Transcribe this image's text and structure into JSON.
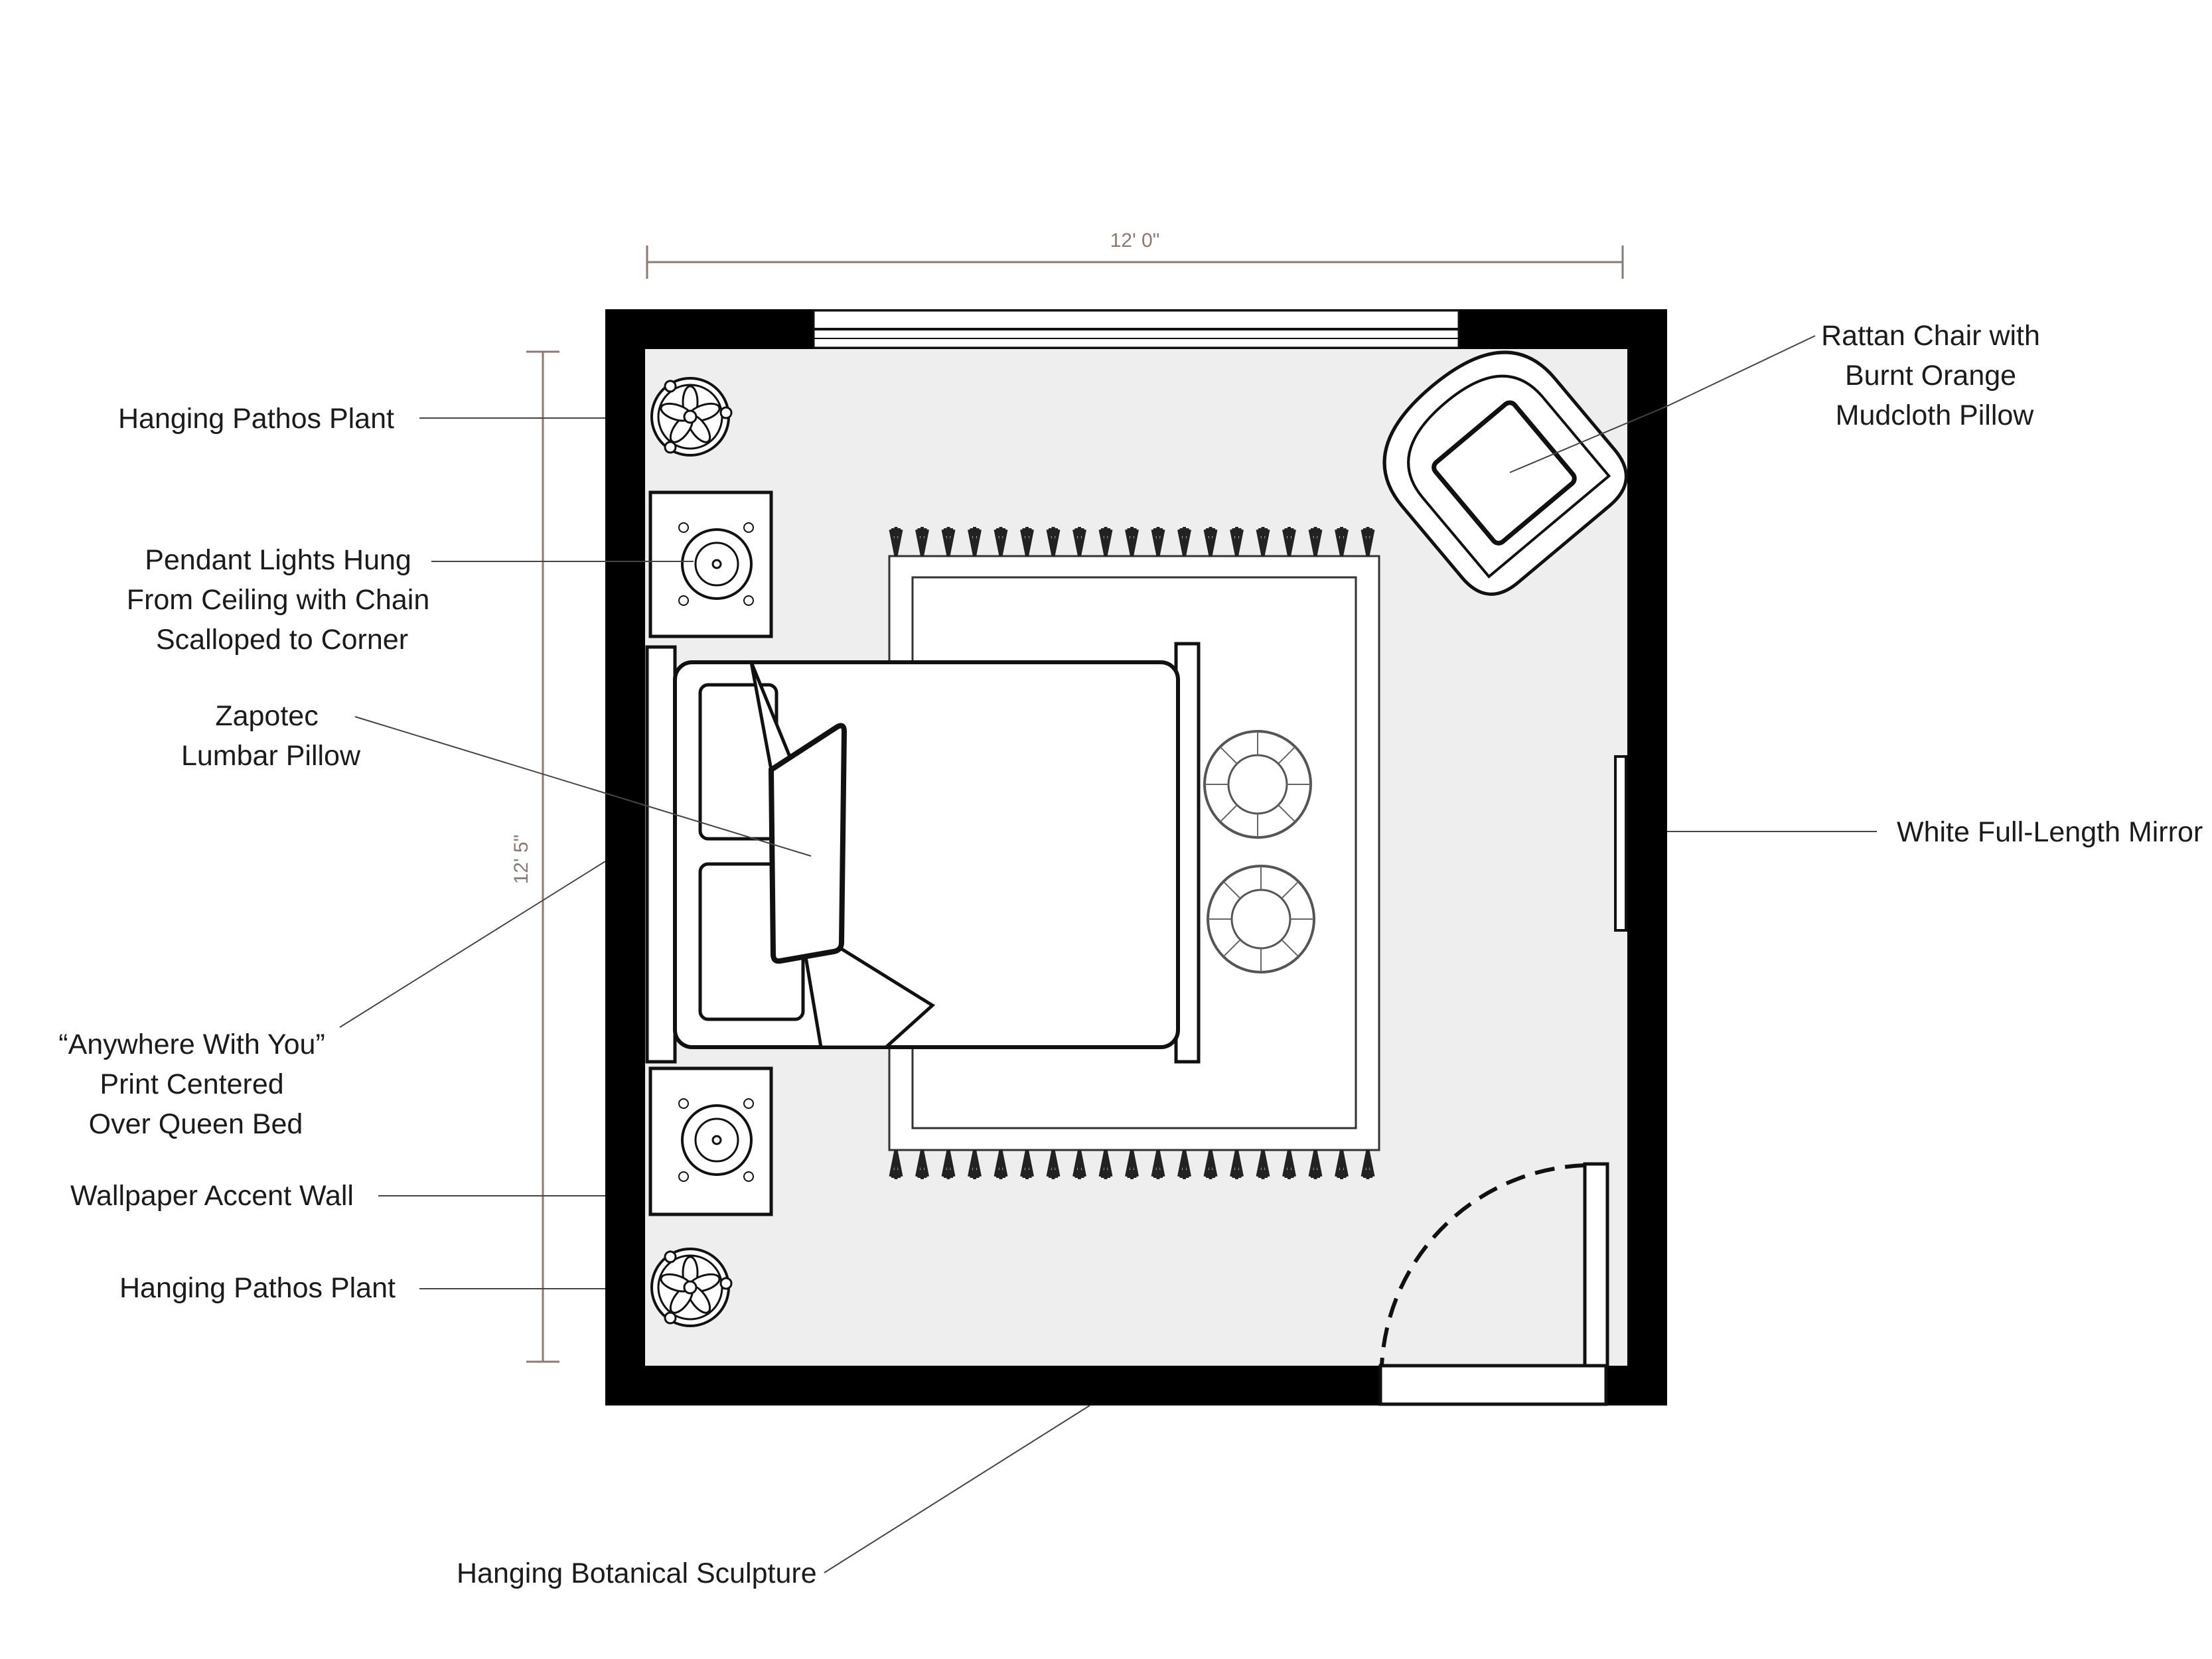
{
  "colors": {
    "wall": "#000000",
    "floor": "#eeeeee",
    "dimension": "#8a7a72",
    "text": "#1b1b1b"
  },
  "dimensions": {
    "width": "12' 0\"",
    "height": "12' 5\""
  },
  "labels": {
    "pathos_plant_top": "Hanging Pathos Plant",
    "pendant_lights": [
      "Pendant Lights Hung",
      "From Ceiling with Chain",
      "Scalloped to Corner"
    ],
    "lumbar_pillow": [
      "Zapotec",
      "Lumbar Pillow"
    ],
    "print": [
      "“Anywhere With You”",
      "Print Centered",
      "Over Queen Bed"
    ],
    "accent_wall": "Wallpaper Accent Wall",
    "pathos_plant_bottom": "Hanging Pathos Plant",
    "botanical_sculpture": "Hanging Botanical Sculpture",
    "rattan_chair": [
      "Rattan Chair with",
      "Burnt Orange",
      "Mudcloth Pillow"
    ],
    "mirror": "White Full-Length Mirror"
  }
}
